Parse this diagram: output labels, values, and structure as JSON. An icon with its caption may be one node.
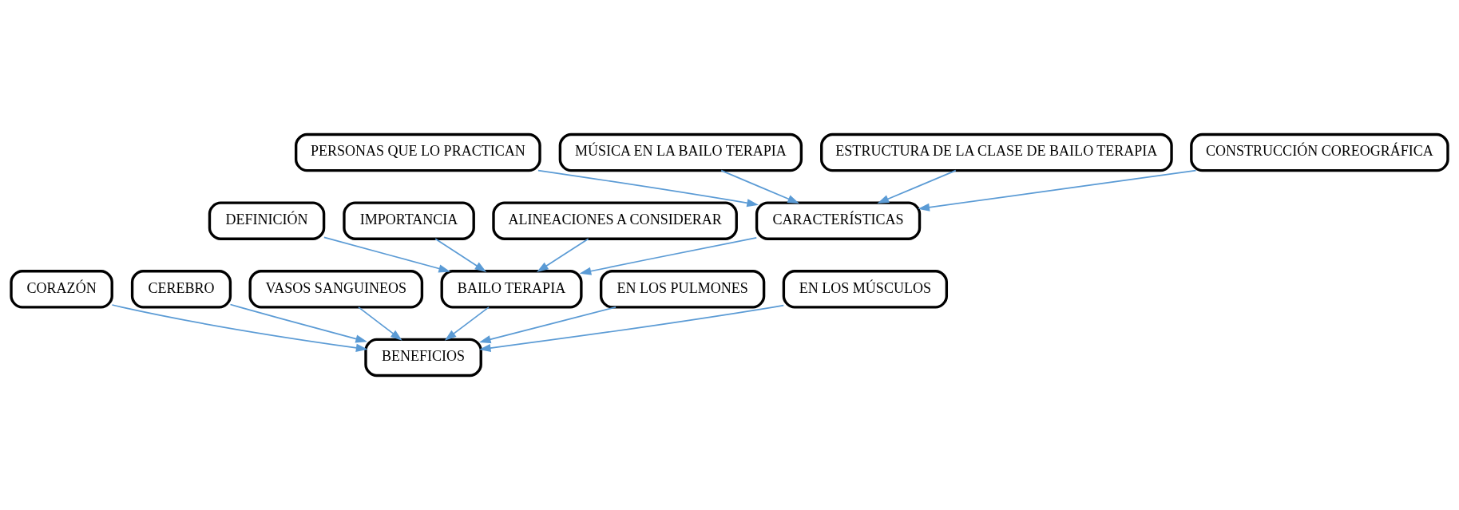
{
  "diagram": {
    "nodes": [
      {
        "text": [
          "CORAZÓN"
        ]
      },
      {
        "text": [
          "CEREBRO"
        ]
      },
      {
        "text": [
          "DEFINICIÓN"
        ]
      },
      {
        "text": [
          "IMPORTANCIA"
        ]
      },
      {
        "text": [
          "VASOS SANGUINEOS"
        ]
      },
      {
        "text": [
          "BENEFICIOS"
        ]
      },
      {
        "text": [
          "BAILO TERAPIA"
        ]
      },
      {
        "text": [
          "ALINEACIONES A CONSIDERAR"
        ]
      },
      {
        "text": [
          "EN LOS PULMONES"
        ]
      },
      {
        "text": [
          "PERSONAS QUE LO PRACTICAN"
        ]
      },
      {
        "text": [
          "CARACTERÍSTICAS"
        ]
      },
      {
        "text": [
          "EN LOS MÚSCULOS"
        ]
      },
      {
        "text": [
          "MÚSICA EN LA BAILO TERAPIA"
        ]
      },
      {
        "text": [
          "ESTRUCTURA DE LA CLASE DE BAILO TERAPIA"
        ]
      },
      {
        "text": [
          "CONSTRUCCIÓN COREOGRÁFICA"
        ]
      }
    ],
    "edges": [
      {
        "from": 0,
        "to": 5,
        "arrow": "to"
      },
      {
        "from": 1,
        "to": 5,
        "arrow": "to"
      },
      {
        "from": 4,
        "to": 5,
        "arrow": "to"
      },
      {
        "from": 8,
        "to": 5,
        "arrow": "to"
      },
      {
        "from": 11,
        "to": 5,
        "arrow": "to"
      },
      {
        "from": 6,
        "to": 5,
        "arrow": "to"
      },
      {
        "from": 2,
        "to": 6,
        "arrow": "to"
      },
      {
        "from": 3,
        "to": 6,
        "arrow": "to"
      },
      {
        "from": 7,
        "to": 6,
        "arrow": "to"
      },
      {
        "from": 10,
        "to": 6,
        "arrow": "to"
      },
      {
        "from": 9,
        "to": 10,
        "arrow": "to"
      },
      {
        "from": 12,
        "to": 10,
        "arrow": "to"
      },
      {
        "from": 13,
        "to": 10,
        "arrow": "to"
      },
      {
        "from": 14,
        "to": 10,
        "arrow": "to"
      }
    ]
  }
}
